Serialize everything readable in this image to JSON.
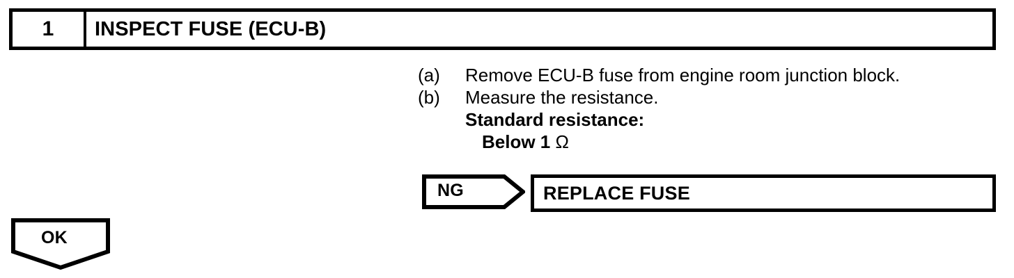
{
  "page": {
    "kind": "diagnostic-flowchart",
    "background_color": "#ffffff",
    "line_color": "#000000"
  },
  "step_header": {
    "number": "1",
    "title": "INSPECT FUSE (ECU-B)"
  },
  "procedure": {
    "steps": [
      {
        "label": "(a)",
        "text": "Remove ECU-B fuse from engine room junction block.",
        "bold": false,
        "indent": false
      },
      {
        "label": "(b)",
        "text": "Measure the resistance.",
        "bold": false,
        "indent": false
      },
      {
        "label": "",
        "text": "Standard resistance:",
        "bold": true,
        "indent": false
      },
      {
        "label": "",
        "text": "Below 1 ",
        "bold": true,
        "indent": true,
        "symbol": "Ω"
      }
    ]
  },
  "branches": {
    "ng": {
      "label": "NG",
      "result_label": "REPLACE FUSE"
    },
    "ok": {
      "label": "OK"
    }
  }
}
